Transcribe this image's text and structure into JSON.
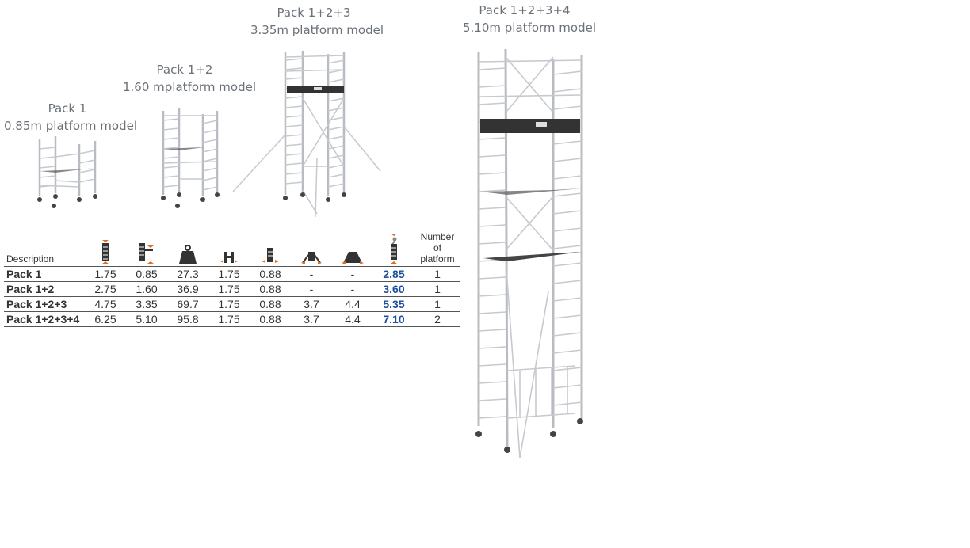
{
  "captions": {
    "pack1": {
      "line1": "Pack 1",
      "line2": "0.85m platform model"
    },
    "pack12": {
      "line1": "Pack 1+2",
      "line2": "1.60 mplatform model"
    },
    "pack123": {
      "line1": "Pack 1+2+3",
      "line2": "3.35m platform model"
    },
    "pack1234": {
      "line1": "Pack 1+2+3+4",
      "line2": "5.10m platform model"
    }
  },
  "table": {
    "description_header": "Description",
    "platform_header": [
      "Number",
      "of",
      "platform"
    ],
    "column_icons": [
      "frame-height-icon",
      "platform-height-icon",
      "weight-icon",
      "length-icon",
      "width-icon",
      "outrigger-base-icon",
      "outrigger-extended-icon",
      "working-height-icon"
    ],
    "rows": [
      {
        "description": "Pack 1",
        "values": [
          "1.75",
          "0.85",
          "27.3",
          "1.75",
          "0.88",
          "-",
          "-",
          "2.85",
          "1"
        ]
      },
      {
        "description": "Pack 1+2",
        "values": [
          "2.75",
          "1.60",
          "36.9",
          "1.75",
          "0.88",
          "-",
          "-",
          "3.60",
          "1"
        ]
      },
      {
        "description": "Pack 1+2+3",
        "values": [
          "4.75",
          "3.35",
          "69.7",
          "1.75",
          "0.88",
          "3.7",
          "4.4",
          "5.35",
          "1"
        ]
      },
      {
        "description": "Pack 1+2+3+4",
        "values": [
          "6.25",
          "5.10",
          "95.8",
          "1.75",
          "0.88",
          "3.7",
          "4.4",
          "7.10",
          "2"
        ]
      }
    ]
  },
  "colors": {
    "accent": "#e07020",
    "highlight": "#1c4f9c",
    "frame": "#b8bcc2",
    "platform": "#333333"
  }
}
